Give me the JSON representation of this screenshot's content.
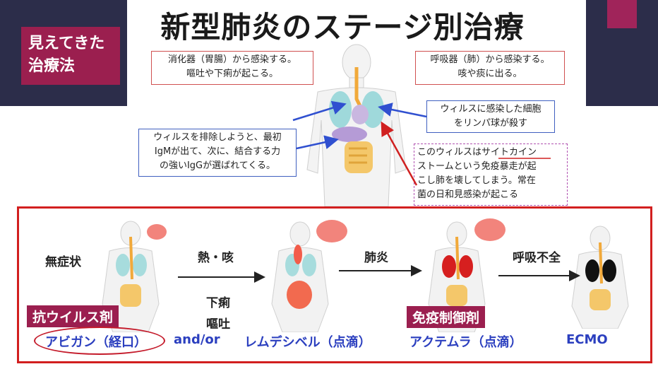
{
  "title": "新型肺炎のステージ別治療",
  "badge": {
    "line1": "見えてきた",
    "line2": "治療法"
  },
  "notes": {
    "top_left": {
      "line1": "消化器（胃腸）から感染する。",
      "line2": "嘔吐や下痢が起こる。"
    },
    "top_right": {
      "line1": "呼吸器（肺）から感染する。",
      "line2": "咳や痰に出る。"
    },
    "mid_left": {
      "line1": "ウィルスを排除しようと、最初",
      "line2": "IgMが出て、次に、結合する力",
      "line3": "の強いIgGが選ばれてくる。"
    },
    "mid_right": {
      "line1": "ウィルスに感染した細胞",
      "line2": "をリンパ球が殺す"
    },
    "bottom_right": {
      "line1": "このウィルスはサイトカイン",
      "line2": "ストームという免疫暴走が起",
      "line3": "こし肺を壊してしまう。常在",
      "line4": "菌の日和見感染が起こる"
    }
  },
  "stages": {
    "asymptomatic": "無症状",
    "fever_cough": "熱・咳",
    "diarrhea": "下痢",
    "vomit": "嘔吐",
    "pneumonia": "肺炎",
    "respiratory_failure": "呼吸不全"
  },
  "tags": {
    "antiviral": "抗ウイルス剤",
    "immunosuppressant": "免疫制御剤"
  },
  "drugs": {
    "avigan": "アビガン（経口）",
    "andor": "and/or",
    "remdesivir": "レムデシベル（点滴）",
    "actemra": "アクテムラ（点滴）",
    "ecmo": "ECMO"
  },
  "colors": {
    "accent": "#9b1f4f",
    "panel_border": "#d21f1f",
    "drug_text": "#2b3fbf"
  }
}
